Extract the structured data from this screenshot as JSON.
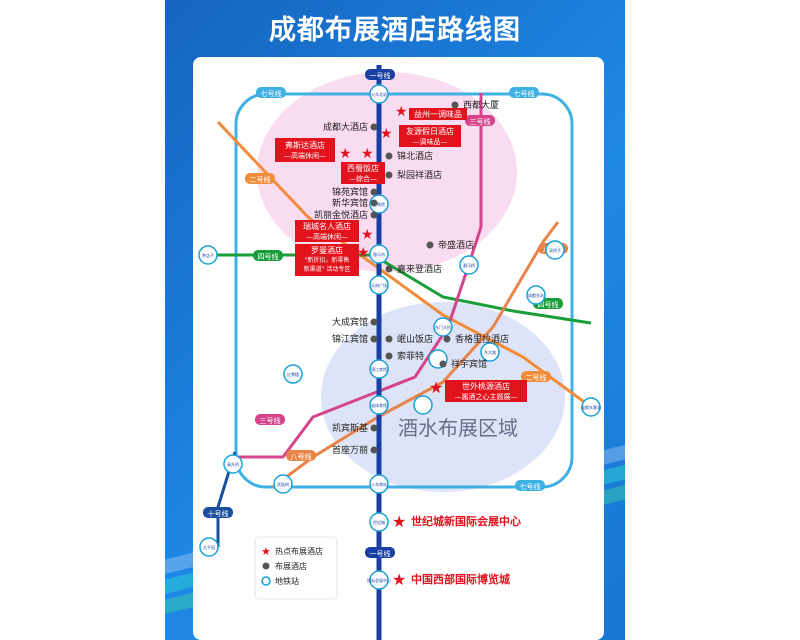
{
  "title": "成都布展酒店路线图",
  "areas": {
    "bright_north": "",
    "exhibit": "酒水布展区域"
  },
  "lines": {
    "line1": "一号线",
    "line1_south": "一号线",
    "line2": "二号线",
    "line3": "三号线",
    "line4": "四号线",
    "line7": "七号线",
    "line8": "八号线",
    "line10": "十号线"
  },
  "line_labels": {
    "l7_top_left": "七号线",
    "l7_top_right": "七号线",
    "l7_bottom": "七号线",
    "l2_left": "二号线",
    "l2_right": "二号线",
    "l4_left": "四号线",
    "l4_right": "四号线",
    "l8_right": "八号线",
    "l8_left": "八号线",
    "l3_right": "三号线",
    "l3_left": "三号线",
    "l10": "十号线",
    "l1_top": "一号线",
    "l1_south": "一号线"
  },
  "stations": {
    "north_station": "火车北站",
    "wenshu": "文殊院",
    "luomashi": "骆马市",
    "tianfu": "天府广场",
    "jinjiang": "锦江宾馆",
    "huaxiba": "华西坝",
    "provincial": "省体育馆",
    "nijiaqiao": "倪家桥",
    "south_gate": "火车南站",
    "century": "世纪城",
    "international": "国际会展中心",
    "west_left": "茶店子",
    "east_right": "成都东客站",
    "l8_station": "成都东站",
    "l10_station": "太平园",
    "shuangqiao": "双桥子",
    "dongmen": "东门大桥",
    "kehua": "科华北路",
    "l4_station": "宽窄巷子",
    "l3_north": "驷马桥",
    "huaxi": "华西坝",
    "jinjiang_l2": "春熙路",
    "l7_se": "东大路",
    "east_l2": "东大路",
    "south_ring": "火车南站",
    "l8_mid": "红牌楼",
    "l3_mid": "高升桥",
    "taipingyuan": "太平园",
    "wuhou": "武侯祠"
  },
  "hotels": {
    "xidu": "西都大厦",
    "chengdu_hotel": "成都大酒店",
    "jinbei": "锦北酒店",
    "liyuanxiang": "梨园祥酒店",
    "jinyuan": "锦苑宾馆",
    "xinhua": "新华宾馆",
    "kaili": "凯丽金悦酒店",
    "dicheng": "帝盛酒店",
    "jialai": "嘉来登酒店",
    "dacheng": "大成宾馆",
    "jinjiang": "锦江宾馆",
    "minshan": "岷山饭店",
    "suohua": "索菲特",
    "xiangge": "香格里拉酒店",
    "xiangyu": "祥宇宾馆",
    "kaibin": "凯宾斯基",
    "shouzuo": "首座万丽"
  },
  "hot_hotels": {
    "yizhou": "益州一调味品",
    "youyuan_name": "友源假日酒店",
    "youyuan_sub": "—调味品—",
    "fusida_name": "弗斯达酒店",
    "fusida_sub": "—高端休闲—",
    "xishu_name": "西蜀饭店",
    "xishu_sub": "—综合—",
    "ruicheng_name": "瑞城名人酒店",
    "ruicheng_sub": "—高端休闲—",
    "luoman_name": "罗曼酒店",
    "luoman_sub1": "\"新折扣，新零售",
    "luoman_sub2": "新渠道\" 活动专区",
    "shiwai_name": "世外桃源酒店",
    "shiwai_sub": "—酱酒之心主题展—"
  },
  "venues": {
    "century": "世纪城新国际会展中心",
    "western": "中国西部国际博览城"
  },
  "legend": {
    "hot": "热点布展酒店",
    "hotel": "布展酒店",
    "metro": "地铁站"
  },
  "colors": {
    "line1": "#1a3fa3",
    "line2": "#f28c3a",
    "line3": "#d6448b",
    "line4": "#1a9e3a",
    "line7": "#3fb0e3",
    "line8": "#e8844a",
    "line10": "#1a4f9e",
    "hot_red": "#e3131e",
    "pink_zone": "#fadcf0",
    "blue_zone": "#dde4f7"
  }
}
